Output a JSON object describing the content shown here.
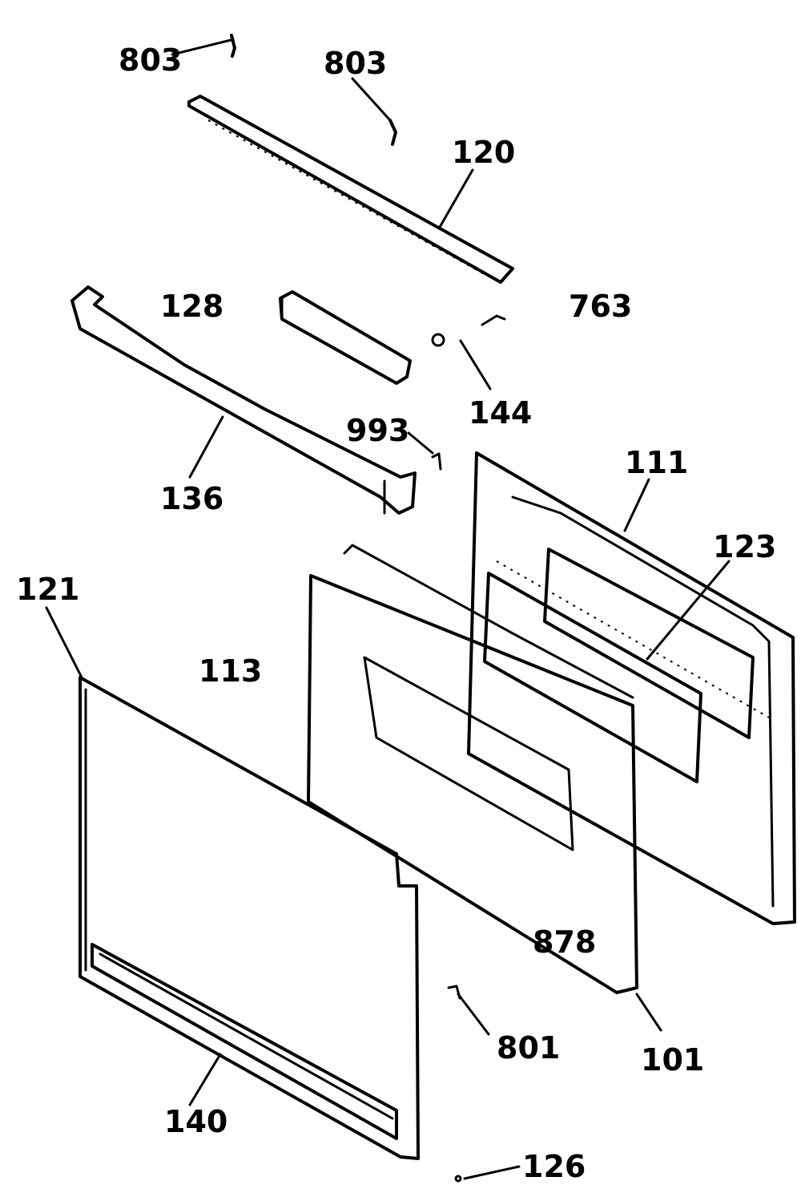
{
  "diagram": {
    "callouts": [
      {
        "id": "803a",
        "text": "803"
      },
      {
        "id": "803b",
        "text": "803"
      },
      {
        "id": "120",
        "text": "120"
      },
      {
        "id": "128",
        "text": "128"
      },
      {
        "id": "763",
        "text": "763"
      },
      {
        "id": "144",
        "text": "144"
      },
      {
        "id": "993",
        "text": "993"
      },
      {
        "id": "136",
        "text": "136"
      },
      {
        "id": "111",
        "text": "111"
      },
      {
        "id": "123",
        "text": "123"
      },
      {
        "id": "121",
        "text": "121"
      },
      {
        "id": "113",
        "text": "113"
      },
      {
        "id": "878",
        "text": "878"
      },
      {
        "id": "801",
        "text": "801"
      },
      {
        "id": "101",
        "text": "101"
      },
      {
        "id": "140",
        "text": "140"
      },
      {
        "id": "126",
        "text": "126"
      }
    ]
  }
}
